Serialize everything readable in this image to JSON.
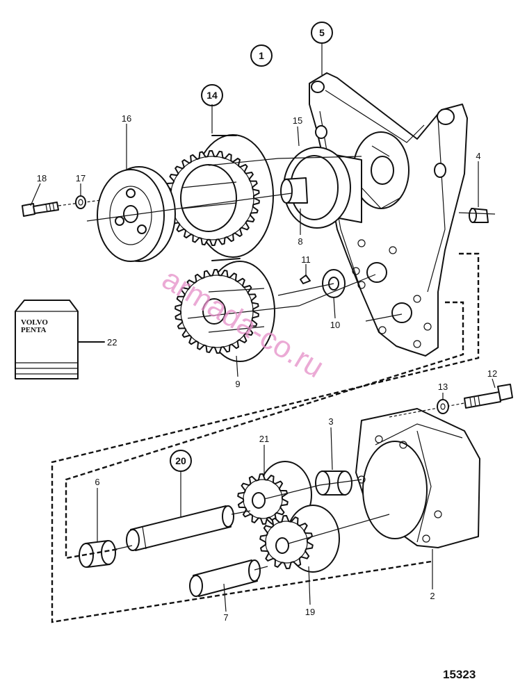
{
  "parts": {
    "p1": "1",
    "p2": "2",
    "p3": "3",
    "p4": "4",
    "p5": "5",
    "p6": "6",
    "p7": "7",
    "p8": "8",
    "p9": "9",
    "p10": "10",
    "p11": "11",
    "p12": "12",
    "p13": "13",
    "p14": "14",
    "p15": "15",
    "p16": "16",
    "p17": "17",
    "p18": "18",
    "p19": "19",
    "p20": "20",
    "p21": "21",
    "p22": "22"
  },
  "package_logo": {
    "line1": "VOLVO",
    "line2": "PENTA"
  },
  "figure_number": "15323",
  "watermark": "armada-co.ru"
}
